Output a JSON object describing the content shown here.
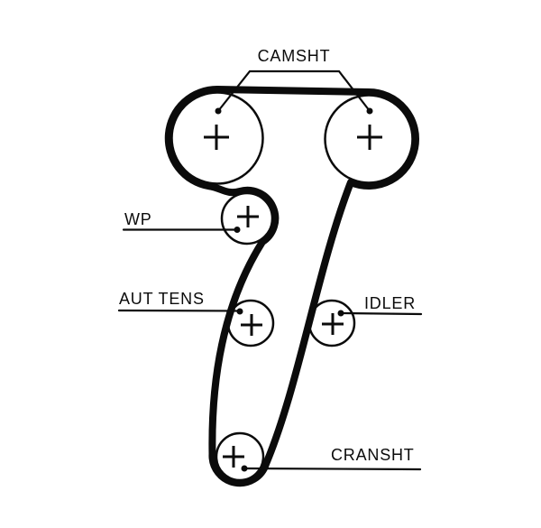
{
  "diagram": {
    "type": "timing-belt-routing-diagram",
    "labels": {
      "camshaft": "CAMSHT",
      "water_pump": "WP",
      "auto_tensioner": "AUT TENS",
      "idler": "IDLER",
      "crankshaft": "CRANSHT"
    },
    "pulleys": [
      {
        "name": "camshaft-left",
        "label": "CAMSHT"
      },
      {
        "name": "camshaft-right",
        "label": "CAMSHT"
      },
      {
        "name": "water-pump",
        "label": "WP"
      },
      {
        "name": "auto-tensioner",
        "label": "AUT TENS"
      },
      {
        "name": "idler",
        "label": "IDLER"
      },
      {
        "name": "crankshaft",
        "label": "CRANSHT"
      }
    ],
    "pulley_center_marker": "cross",
    "colors": {
      "line": "#0b0b0b",
      "background": "#ffffff"
    }
  }
}
